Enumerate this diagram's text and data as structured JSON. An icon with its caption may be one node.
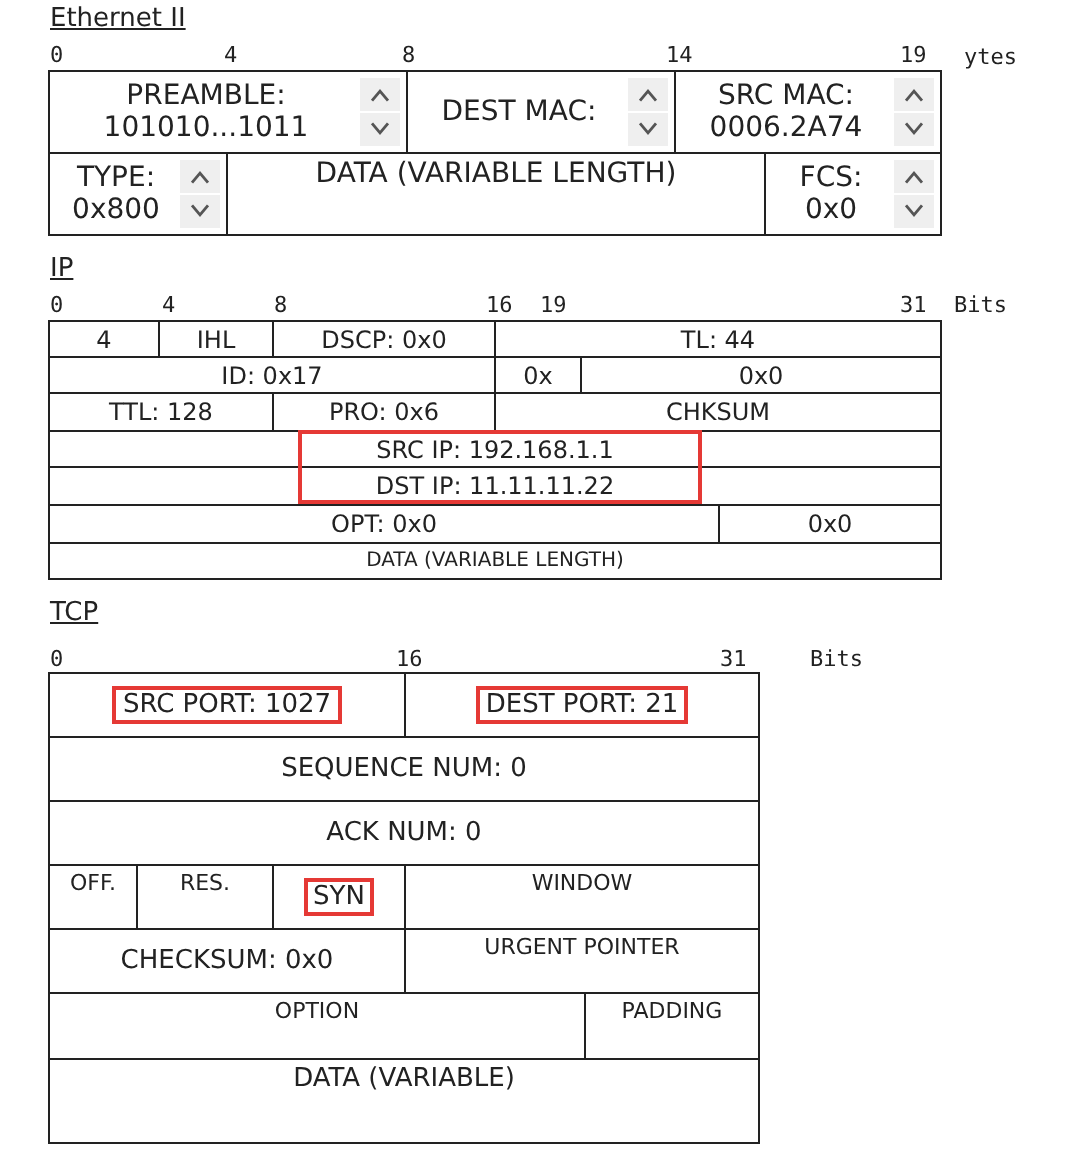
{
  "diagram": {
    "nodes": [
      {
        "text": [
          "PREAMBLE: 101010...1011"
        ]
      },
      {
        "text": [
          "DEST MAC:"
        ]
      },
      {
        "text": [
          "SRC MAC: 0006.2A74"
        ]
      },
      {
        "text": [
          "TYPE: 0x800"
        ]
      },
      {
        "text": [
          "DATA (VARIABLE LENGTH)"
        ]
      },
      {
        "text": [
          "FCS: 0x0"
        ]
      },
      {
        "text": [
          "4"
        ]
      },
      {
        "text": [
          "IHL"
        ]
      },
      {
        "text": [
          "DSCP: 0x0"
        ]
      },
      {
        "text": [
          "TL: 44"
        ]
      },
      {
        "text": [
          "ID: 0x17"
        ]
      },
      {
        "text": [
          "0x"
        ]
      },
      {
        "text": [
          "0x0"
        ]
      },
      {
        "text": [
          "TTL: 128"
        ]
      },
      {
        "text": [
          "PRO: 0x6"
        ]
      },
      {
        "text": [
          "CHKSUM"
        ]
      },
      {
        "text": [
          "SRC IP: 192.168.1.1"
        ]
      },
      {
        "text": [
          "DST IP: 11.11.11.22"
        ]
      },
      {
        "text": [
          "OPT: 0x0"
        ]
      },
      {
        "text": [
          "0x0"
        ]
      },
      {
        "text": [
          "DATA (VARIABLE LENGTH)"
        ]
      },
      {
        "text": [
          "SRC PORT: 1027"
        ]
      },
      {
        "text": [
          "DEST PORT: 21"
        ]
      },
      {
        "text": [
          "SEQUENCE NUM: 0"
        ]
      },
      {
        "text": [
          "ACK NUM: 0"
        ]
      },
      {
        "text": [
          "OFF."
        ]
      },
      {
        "text": [
          "RES."
        ]
      },
      {
        "text": [
          "SYN"
        ]
      },
      {
        "text": [
          "WINDOW"
        ]
      },
      {
        "text": [
          "CHECKSUM: 0x0"
        ]
      },
      {
        "text": [
          "URGENT POINTER"
        ]
      },
      {
        "text": [
          "OPTION"
        ]
      },
      {
        "text": [
          "PADDING"
        ]
      },
      {
        "text": [
          "DATA (VARIABLE)"
        ]
      }
    ],
    "labels": [
      "Ethernet II",
      "0",
      "4",
      "8",
      "14",
      "19",
      "ytes",
      "IP",
      "0",
      "4",
      "8",
      "16",
      "19",
      "31",
      "Bits",
      "TCP",
      "0",
      "16",
      "31",
      "Bits"
    ]
  }
}
